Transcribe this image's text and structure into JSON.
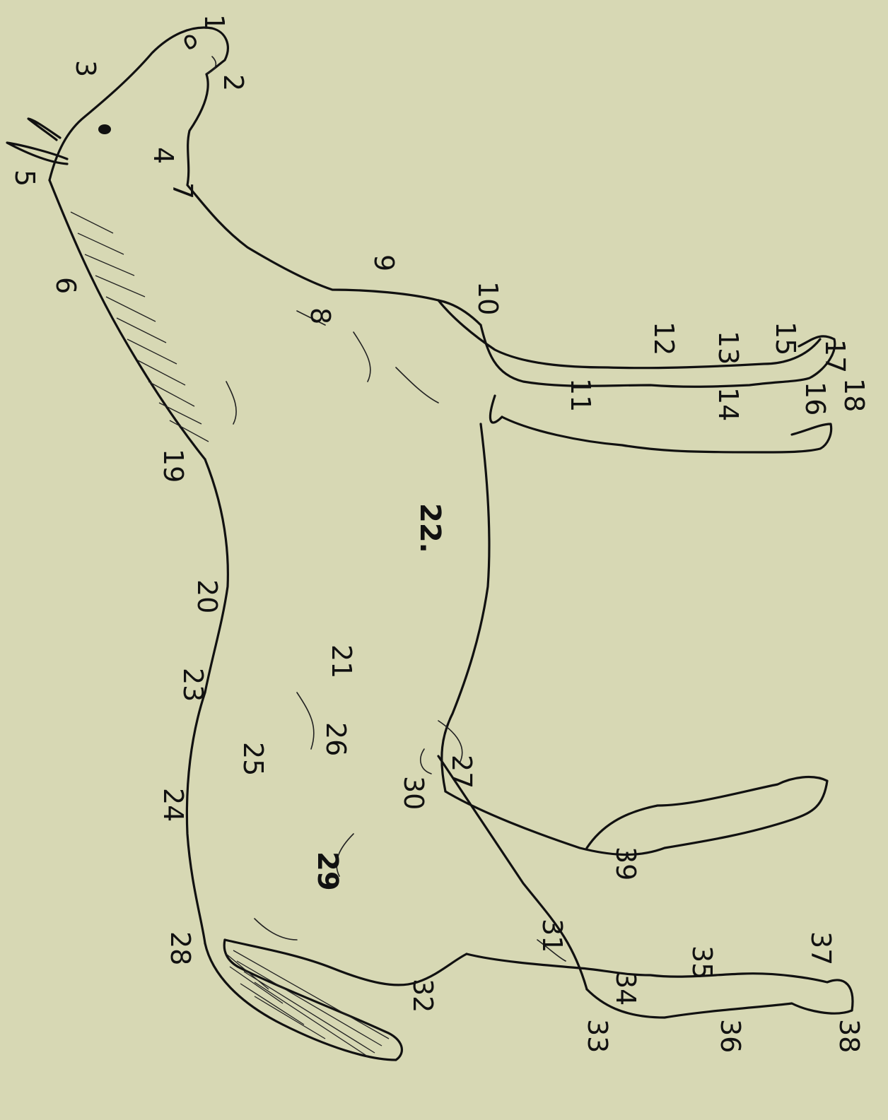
{
  "figure": {
    "labels": [
      {
        "id": "1",
        "text": "1"
      },
      {
        "id": "2",
        "text": "2"
      },
      {
        "id": "3",
        "text": "3"
      },
      {
        "id": "4",
        "text": "4"
      },
      {
        "id": "5",
        "text": "5"
      },
      {
        "id": "6",
        "text": "6"
      },
      {
        "id": "7",
        "text": "7"
      },
      {
        "id": "8",
        "text": "8"
      },
      {
        "id": "9",
        "text": "9"
      },
      {
        "id": "10",
        "text": "10"
      },
      {
        "id": "11",
        "text": "11"
      },
      {
        "id": "12",
        "text": "12"
      },
      {
        "id": "13",
        "text": "13"
      },
      {
        "id": "14",
        "text": "14"
      },
      {
        "id": "15",
        "text": "15"
      },
      {
        "id": "16",
        "text": "16"
      },
      {
        "id": "17",
        "text": "17"
      },
      {
        "id": "18",
        "text": "18"
      },
      {
        "id": "19",
        "text": "19"
      },
      {
        "id": "20",
        "text": "20"
      },
      {
        "id": "21",
        "text": "21"
      },
      {
        "id": "22",
        "text": "22."
      },
      {
        "id": "23",
        "text": "23"
      },
      {
        "id": "24",
        "text": "24"
      },
      {
        "id": "25",
        "text": "25"
      },
      {
        "id": "26",
        "text": "26"
      },
      {
        "id": "27",
        "text": "27"
      },
      {
        "id": "28",
        "text": "28"
      },
      {
        "id": "29",
        "text": "29"
      },
      {
        "id": "30",
        "text": "30"
      },
      {
        "id": "31",
        "text": "31"
      },
      {
        "id": "32",
        "text": "32"
      },
      {
        "id": "33",
        "text": "33"
      },
      {
        "id": "34",
        "text": "34"
      },
      {
        "id": "35",
        "text": "35"
      },
      {
        "id": "36",
        "text": "36"
      },
      {
        "id": "37",
        "text": "37"
      },
      {
        "id": "38",
        "text": "38"
      },
      {
        "id": "39",
        "text": "39"
      }
    ]
  }
}
